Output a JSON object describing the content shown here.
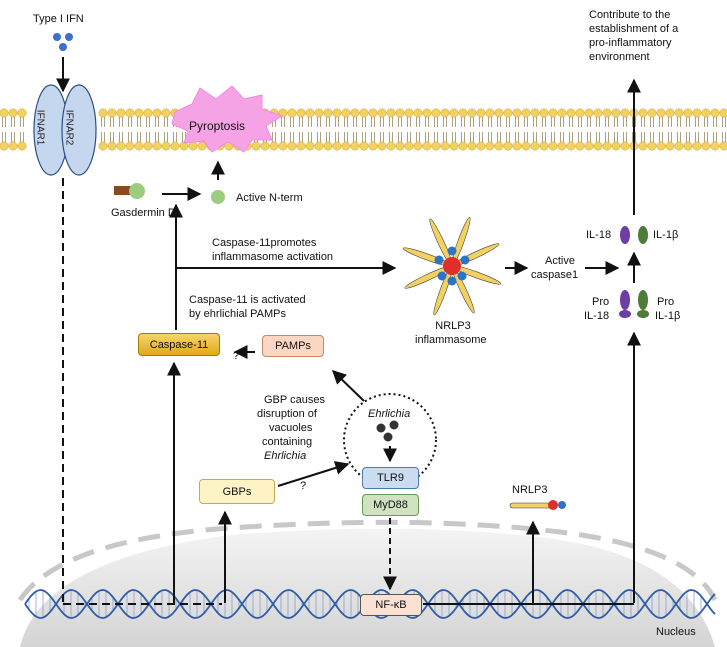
{
  "labels": {
    "type_i_ifn": "Type I IFN",
    "ifnar1": "IFNAR1",
    "ifnar2": "IFNAR2",
    "pyroptosis": "Pyroptosis",
    "gasdermin_d": "Gasdermin D",
    "active_nterm": "Active N-term",
    "contribute": [
      "Contribute to the",
      "establishment of a",
      "pro-inflammatory",
      "environment"
    ],
    "caspase11_promotes": [
      "Caspase-11promotes",
      "inflammasome activation"
    ],
    "caspase11_activated": [
      "Caspase-11 is activated",
      "by ehrlichial PAMPs"
    ],
    "caspase11": "Caspase-11",
    "pamps": "PAMPs",
    "question1": "?",
    "question2": "?",
    "nlrp3_inflammasome": [
      "NRLP3",
      "inflammasome"
    ],
    "active_caspase1": [
      "Active",
      "caspase1"
    ],
    "il18": "IL-18",
    "il1b": "IL-1β",
    "pro_il18": [
      "Pro",
      "IL-18"
    ],
    "pro_il1b": [
      "Pro",
      "IL-1β"
    ],
    "gbp_causes": [
      "GBP causes",
      "disruption of",
      "vacuoles",
      "containing"
    ],
    "ehrlichia_italic": "Ehrlichia",
    "ehrlichia_vacuole": "Ehrlichia",
    "gbps": "GBPs",
    "tlr9": "TLR9",
    "myd88": "MyD88",
    "nlrp3": "NRLP3",
    "nfkb": "NF-κB",
    "nucleus": "Nucleus"
  },
  "colors": {
    "ifn_dot": "#3b6fc9",
    "receptor_fill": "#c5d7ee",
    "lipid_head": "#f2d160",
    "pyroptosis": "#f6a3e6",
    "gasdermin_green": "#9ccc7e",
    "gasdermin_brown": "#8b4a1c",
    "caspase11_fill": "#f0be2e",
    "pamps_fill": "#fbd7c3",
    "gbps_fill": "#fdf3c4",
    "tlr9_fill": "#c9dcf0",
    "myd88_fill": "#cfe3c1",
    "nfkb_fill": "#fbe1d3",
    "il18": "#6d3ea3",
    "il1b": "#4f7c3a",
    "nlrp3_red": "#e12d2d",
    "nlrp3_blue": "#2f73c9",
    "nucleus_shade": "#e3e3e3",
    "dna_blue": "#2f5da6"
  }
}
